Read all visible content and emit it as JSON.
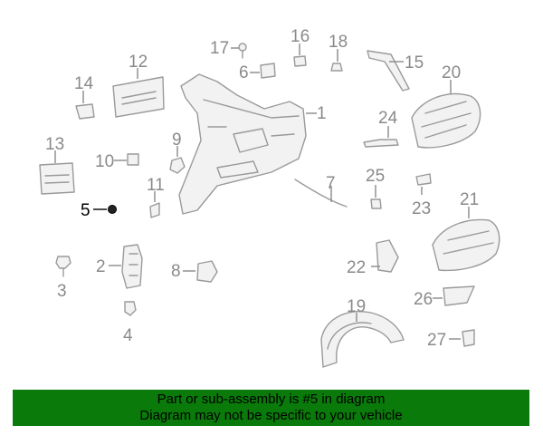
{
  "diagram": {
    "highlight_color": "#000000",
    "part_color": "#9a9a9a",
    "callouts": {
      "c1": "1",
      "c2": "2",
      "c3": "3",
      "c4": "4",
      "c5": "5",
      "c6": "6",
      "c7": "7",
      "c8": "8",
      "c9": "9",
      "c10": "10",
      "c11": "11",
      "c12": "12",
      "c13": "13",
      "c14": "14",
      "c15": "15",
      "c16": "16",
      "c17": "17",
      "c18": "18",
      "c19": "19",
      "c20": "20",
      "c21": "21",
      "c22": "22",
      "c23": "23",
      "c24": "24",
      "c25": "25",
      "c26": "26",
      "c27": "27"
    },
    "highlighted_part": "5"
  },
  "banner": {
    "background": "#0a7a0a",
    "line1": "Part or sub-assembly is #5 in diagram",
    "line2": "Diagram may not be specific to your vehicle"
  }
}
